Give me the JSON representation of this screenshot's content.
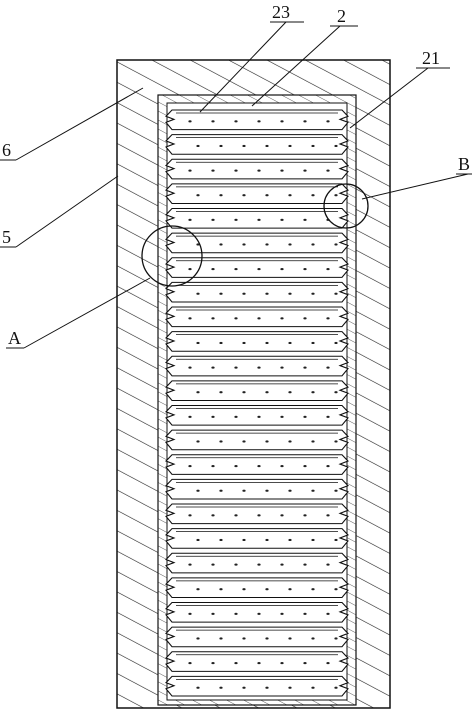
{
  "figure": {
    "labels": {
      "l23": "23",
      "l2": "2",
      "l21": "21",
      "lB": "B",
      "l6": "6",
      "l5": "5",
      "lA": "A"
    },
    "stack": {
      "plate_count": 24,
      "plate_rows_with_holes": true
    }
  }
}
